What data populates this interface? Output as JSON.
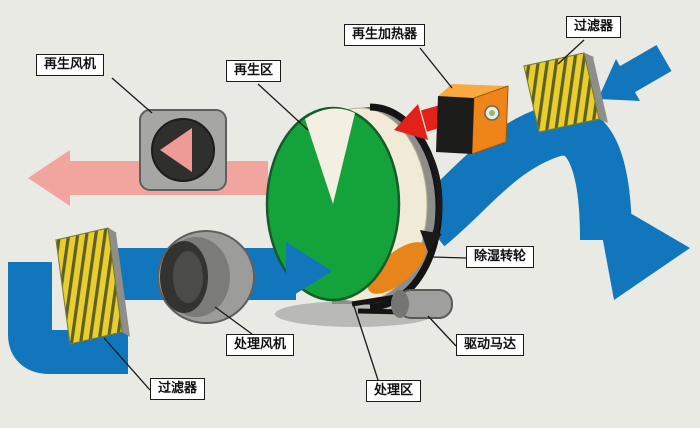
{
  "diagram": {
    "labels": {
      "regen_fan": "再生风机",
      "regen_zone": "再生区",
      "regen_heater": "再生加热器",
      "filter_top": "过滤器",
      "dehumid_wheel": "除湿转轮",
      "drive_motor": "驱动马达",
      "process_fan": "处理风机",
      "process_zone": "处理区",
      "filter_bottom": "过滤器"
    },
    "colors": {
      "background": "#e9eae4",
      "process_air": "#1276bd",
      "regen_exhaust": "#f2a49e",
      "hot_air": "#e32119",
      "wheel_face": "#14a23b",
      "filter": "#e8cf2e",
      "heater": "#ef8418"
    }
  }
}
